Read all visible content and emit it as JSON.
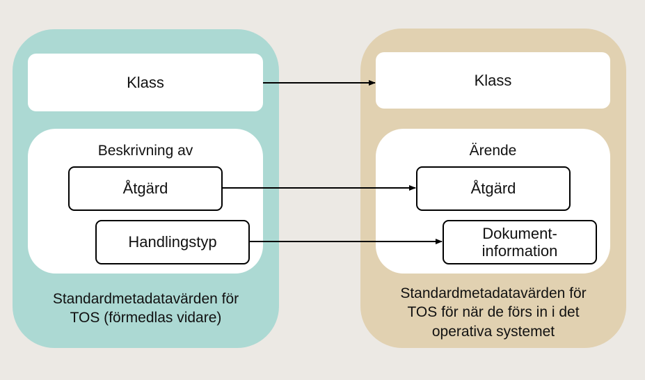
{
  "left": {
    "klass": "Klass",
    "heading": "Beskrivning av",
    "box1": "Åtgärd",
    "box2": "Handlingstyp",
    "caption_line1": "Standardmetadatavärden för",
    "caption_line2": "TOS (förmedlas vidare)"
  },
  "right": {
    "klass": "Klass",
    "heading": "Ärende",
    "box1": "Åtgärd",
    "box2_line1": "Dokument-",
    "box2_line2": "information",
    "caption_line1": "Standardmetadatavärden för",
    "caption_line2": "TOS för när de förs in i det",
    "caption_line3": "operativa systemet"
  },
  "colors": {
    "left_panel": "#acd9d3",
    "right_panel": "#e1d1b1",
    "background": "#ece9e4"
  }
}
